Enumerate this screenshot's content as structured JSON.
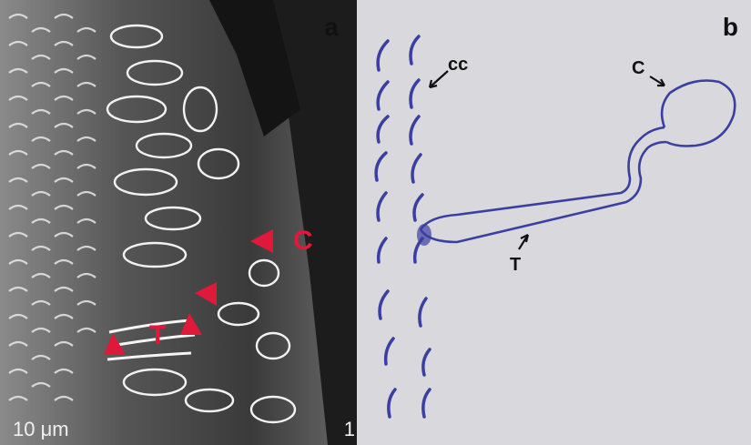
{
  "panel_a": {
    "letter": "a",
    "labels": {
      "C": "C",
      "T": "T"
    },
    "scale_text": "10 μm",
    "scale_tail": "1"
  },
  "panel_b": {
    "letter": "b",
    "labels": {
      "cc": "cc",
      "C": "C",
      "T": "T"
    }
  },
  "colors": {
    "arrowhead_red": "#e0183a",
    "ink_blue": "#3a3fa0",
    "paper": "#d9d9dd"
  }
}
